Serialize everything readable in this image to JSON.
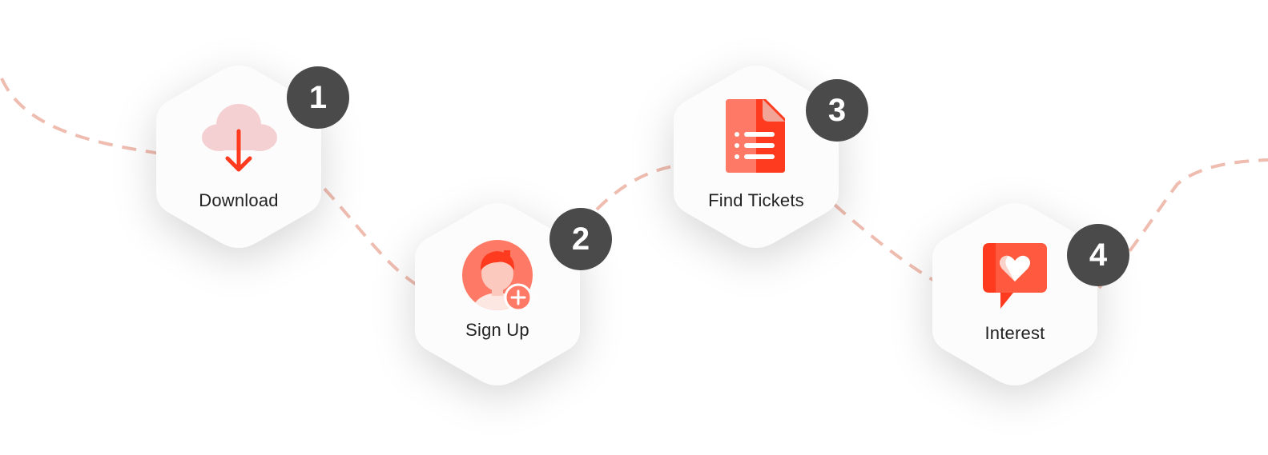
{
  "steps": [
    {
      "number": "1",
      "label": "Download",
      "icon": "cloud-download-icon"
    },
    {
      "number": "2",
      "label": "Sign Up",
      "icon": "user-add-icon"
    },
    {
      "number": "3",
      "label": "Find Tickets",
      "icon": "document-list-icon"
    },
    {
      "number": "4",
      "label": "Interest",
      "icon": "heart-chat-icon"
    }
  ],
  "colors": {
    "accent": "#ff3b1f",
    "accent_light": "#ff7a66",
    "path": "#efbcb0",
    "badge": "#4a4a4a",
    "hex_fill": "#fcfcfc"
  }
}
